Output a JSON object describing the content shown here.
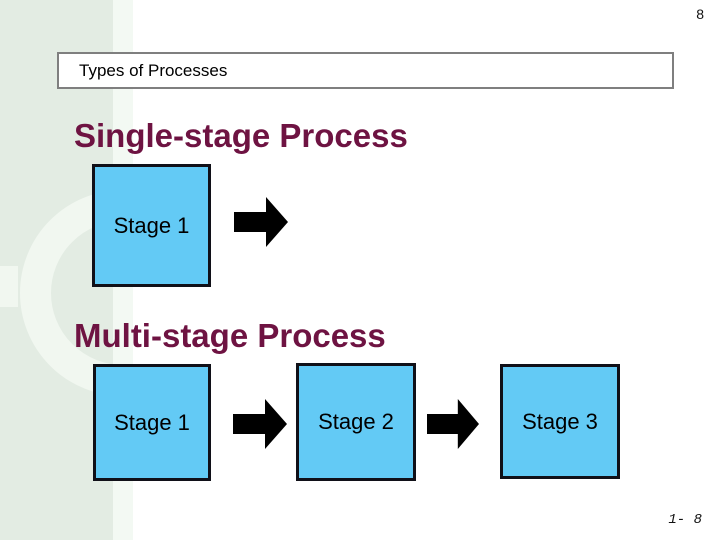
{
  "page": {
    "slide_number_top": "8",
    "slide_number_bottom": "1- 8"
  },
  "header": {
    "title": "Types of Processes"
  },
  "sections": {
    "single": {
      "heading": "Single-stage Process",
      "stages": [
        {
          "label": "Stage 1"
        }
      ],
      "arrows": [
        {
          "icon": "arrow-right-icon"
        }
      ]
    },
    "multi": {
      "heading": "Multi-stage Process",
      "stages": [
        {
          "label": "Stage 1"
        },
        {
          "label": "Stage 2"
        },
        {
          "label": "Stage 3"
        }
      ],
      "arrows": [
        {
          "icon": "arrow-right-icon"
        },
        {
          "icon": "arrow-right-icon"
        }
      ]
    }
  },
  "colors": {
    "heading_text": "#6e1342",
    "stage_box_fill": "#63caf5",
    "stage_box_border": "#101018",
    "arrow_fill": "#000000",
    "band_green": "#e3ece3",
    "band_ring": "#f1f7f0",
    "band_stripe": "#f3f9f3",
    "title_box_border": "#7f7f7f"
  }
}
